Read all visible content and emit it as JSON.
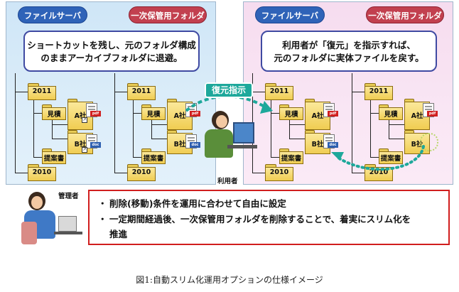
{
  "left_panel": {
    "pill_server": "ファイルサーバ",
    "pill_temp": "一次保管用フォルダ",
    "message_line1": "ショートカットを残し、元のフォルダ構成",
    "message_line2": "のままアーカイブフォルダに退避。",
    "server_tree": {
      "year_top": "2011",
      "folder_a": "見積",
      "folder_b": "提案書",
      "company_a": "A社",
      "company_b": "B社",
      "year_bottom": "2010"
    },
    "temp_tree": {
      "year_top": "2011",
      "folder_a": "見積",
      "folder_b": "提案書",
      "company_a": "A社",
      "company_b": "B社",
      "year_bottom": "2010"
    }
  },
  "right_panel": {
    "pill_server": "ファイルサーバ",
    "pill_temp": "一次保管用フォルダ",
    "message_line1": "利用者が「復元」を指示すれば、",
    "message_line2": "元のフォルダに実体ファイルを戻す。",
    "server_tree": {
      "year_top": "2011",
      "folder_a": "見積",
      "folder_b": "提案書",
      "company_a": "A社",
      "company_b": "B社",
      "year_bottom": "2010"
    },
    "temp_tree": {
      "year_top": "2011",
      "folder_a": "見積",
      "folder_b": "提案書",
      "company_a": "A社",
      "company_b": "B社",
      "year_bottom": "2010"
    }
  },
  "restore_instruction": "復元指示",
  "user_label": "利用者",
  "admin_label": "管理者",
  "bullets": [
    {
      "dot": "・",
      "text": "削除(移動)条件を運用に合わせて自由に設定"
    },
    {
      "dot": "・",
      "text": "一定期間経過後、一次保管用フォルダを削除することで、着実にスリム化を"
    },
    {
      "dot": "",
      "text": "推進"
    }
  ],
  "doc_badges": {
    "pdf": "pdf",
    "doc": "doc"
  },
  "figure_caption": "図1:自動スリム化運用オプションの仕様イメージ",
  "colors": {
    "accent_teal": "#1ea89b",
    "box_red": "#d11e1e",
    "pill_blue": "#2f63b8",
    "pill_red": "#c2404f"
  }
}
